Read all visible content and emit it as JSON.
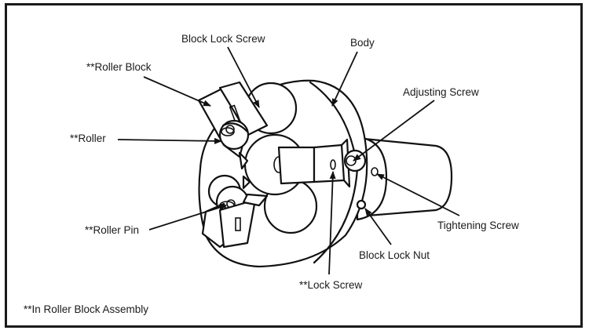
{
  "diagram": {
    "type": "exploded-part-labels",
    "subject": "roller tool assembly",
    "labels": {
      "block_lock_screw": "Block Lock Screw",
      "body": "Body",
      "roller_block": "**Roller Block",
      "adjusting_screw": "Adjusting Screw",
      "roller": "**Roller",
      "roller_pin": "**Roller Pin",
      "tightening_screw": "Tightening Screw",
      "block_lock_nut": "Block Lock Nut",
      "lock_screw": "**Lock Screw"
    },
    "footnote": "**In Roller Block Assembly"
  },
  "colors": {
    "ink": "#111111",
    "background": "#ffffff",
    "frame": "#1a1a1a"
  }
}
